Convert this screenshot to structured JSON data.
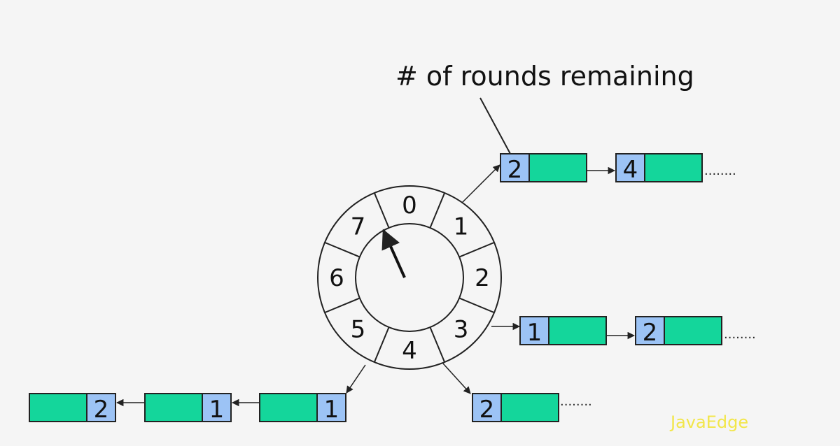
{
  "annotation": {
    "label": "# of rounds remaining"
  },
  "wheel": {
    "slots": [
      "0",
      "1",
      "2",
      "3",
      "4",
      "5",
      "6",
      "7"
    ],
    "pointer_slot": "0"
  },
  "chains": {
    "slot1": {
      "nodes": [
        "2",
        "4"
      ],
      "more": "........"
    },
    "slot3": {
      "nodes": [
        "1",
        "2"
      ],
      "more": "........"
    },
    "slot4": {
      "nodes": [
        "2"
      ],
      "more": "........"
    },
    "slot5": {
      "nodes": [
        "1",
        "1",
        "2"
      ]
    }
  },
  "watermark": {
    "text": "JavaEdge"
  },
  "colors": {
    "background": "#f5f5f5",
    "round_cell": "#9cc3f5",
    "task_cell": "#14d69b",
    "stroke": "#222222",
    "watermark": "#f2e64a"
  }
}
